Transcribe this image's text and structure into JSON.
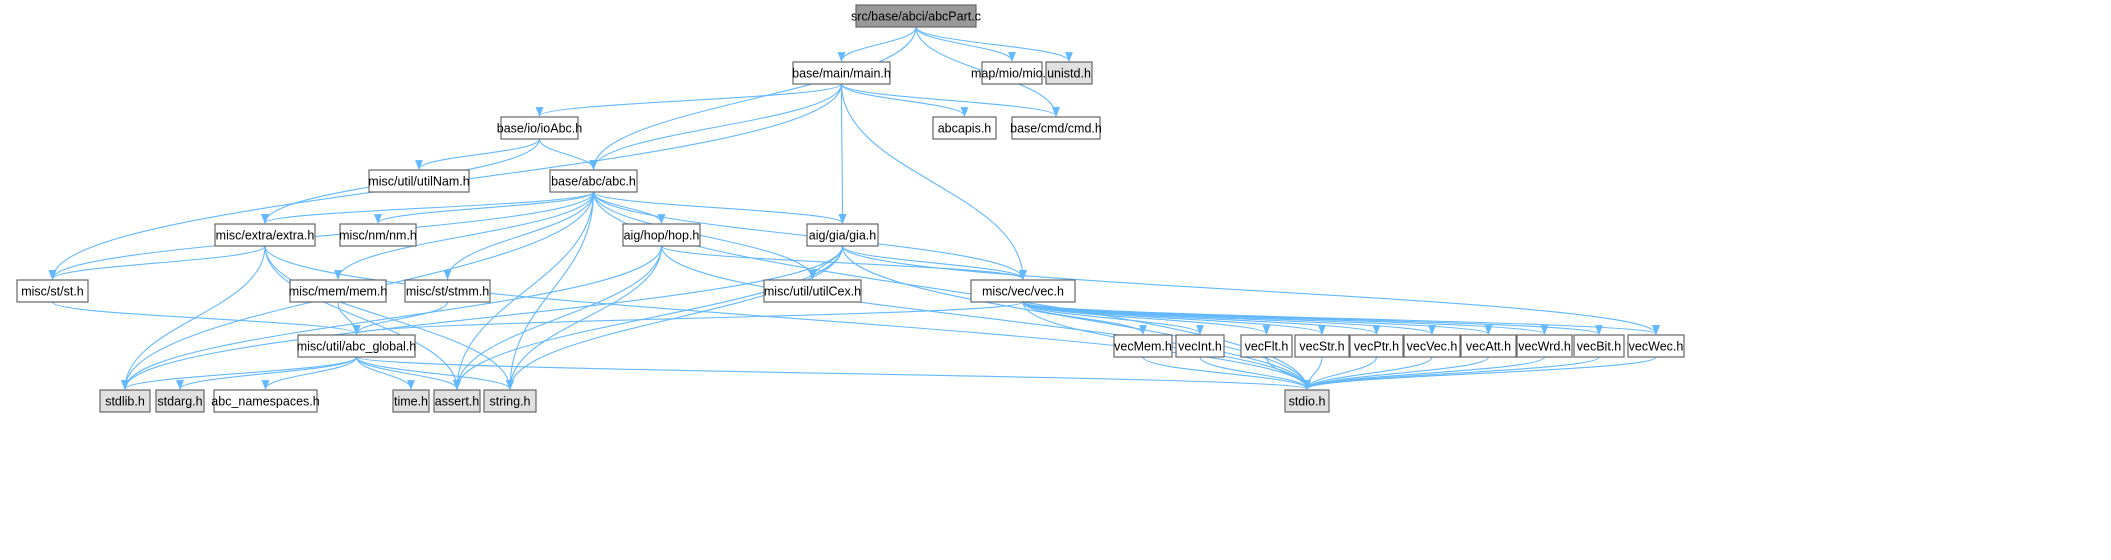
{
  "colors": {
    "root_fill": "#999999",
    "node_fill": "#ffffff",
    "system_fill": "#e0e0e0",
    "edge": "#63b8ff"
  },
  "nodes": [
    {
      "id": "abcPart",
      "label": "src/base/abci/abcPart.c",
      "kind": "root"
    },
    {
      "id": "main",
      "label": "base/main/main.h",
      "kind": "node"
    },
    {
      "id": "mio",
      "label": "map/mio/mio.h",
      "kind": "node"
    },
    {
      "id": "unistd",
      "label": "unistd.h",
      "kind": "system"
    },
    {
      "id": "ioAbc",
      "label": "base/io/ioAbc.h",
      "kind": "node"
    },
    {
      "id": "abcapis",
      "label": "abcapis.h",
      "kind": "node"
    },
    {
      "id": "cmd",
      "label": "base/cmd/cmd.h",
      "kind": "node"
    },
    {
      "id": "utilNam",
      "label": "misc/util/utilNam.h",
      "kind": "node"
    },
    {
      "id": "abc",
      "label": "base/abc/abc.h",
      "kind": "node"
    },
    {
      "id": "extra",
      "label": "misc/extra/extra.h",
      "kind": "node"
    },
    {
      "id": "nm",
      "label": "misc/nm/nm.h",
      "kind": "node"
    },
    {
      "id": "hop",
      "label": "aig/hop/hop.h",
      "kind": "node"
    },
    {
      "id": "gia",
      "label": "aig/gia/gia.h",
      "kind": "node"
    },
    {
      "id": "st",
      "label": "misc/st/st.h",
      "kind": "node"
    },
    {
      "id": "mem",
      "label": "misc/mem/mem.h",
      "kind": "node"
    },
    {
      "id": "stmm",
      "label": "misc/st/stmm.h",
      "kind": "node"
    },
    {
      "id": "utilCex",
      "label": "misc/util/utilCex.h",
      "kind": "node"
    },
    {
      "id": "vec",
      "label": "misc/vec/vec.h",
      "kind": "node"
    },
    {
      "id": "abc_global",
      "label": "misc/util/abc_global.h",
      "kind": "node"
    },
    {
      "id": "vecMem",
      "label": "vecMem.h",
      "kind": "node"
    },
    {
      "id": "vecInt",
      "label": "vecInt.h",
      "kind": "node"
    },
    {
      "id": "vecFlt",
      "label": "vecFlt.h",
      "kind": "node"
    },
    {
      "id": "vecStr",
      "label": "vecStr.h",
      "kind": "node"
    },
    {
      "id": "vecPtr",
      "label": "vecPtr.h",
      "kind": "node"
    },
    {
      "id": "vecVec",
      "label": "vecVec.h",
      "kind": "node"
    },
    {
      "id": "vecAtt",
      "label": "vecAtt.h",
      "kind": "node"
    },
    {
      "id": "vecWrd",
      "label": "vecWrd.h",
      "kind": "node"
    },
    {
      "id": "vecBit",
      "label": "vecBit.h",
      "kind": "node"
    },
    {
      "id": "vecWec",
      "label": "vecWec.h",
      "kind": "node"
    },
    {
      "id": "stdlib",
      "label": "stdlib.h",
      "kind": "system"
    },
    {
      "id": "stdarg",
      "label": "stdarg.h",
      "kind": "system"
    },
    {
      "id": "abc_namespaces",
      "label": "abc_namespaces.h",
      "kind": "node"
    },
    {
      "id": "time",
      "label": "time.h",
      "kind": "system"
    },
    {
      "id": "assert",
      "label": "assert.h",
      "kind": "system"
    },
    {
      "id": "string",
      "label": "string.h",
      "kind": "system"
    },
    {
      "id": "stdio",
      "label": "stdio.h",
      "kind": "system"
    }
  ],
  "edges": [
    [
      "abcPart",
      "main"
    ],
    [
      "abcPart",
      "abc"
    ],
    [
      "abcPart",
      "mio"
    ],
    [
      "abcPart",
      "unistd"
    ],
    [
      "abcPart",
      "cmd"
    ],
    [
      "main",
      "ioAbc"
    ],
    [
      "main",
      "st"
    ],
    [
      "main",
      "abc"
    ],
    [
      "main",
      "gia"
    ],
    [
      "main",
      "vec"
    ],
    [
      "main",
      "abcapis"
    ],
    [
      "main",
      "cmd"
    ],
    [
      "ioAbc",
      "utilNam"
    ],
    [
      "ioAbc",
      "abc"
    ],
    [
      "ioAbc",
      "extra"
    ],
    [
      "abc",
      "extra"
    ],
    [
      "abc",
      "st"
    ],
    [
      "abc",
      "nm"
    ],
    [
      "abc",
      "mem"
    ],
    [
      "abc",
      "stmm"
    ],
    [
      "abc",
      "hop"
    ],
    [
      "abc",
      "gia"
    ],
    [
      "abc",
      "utilCex"
    ],
    [
      "abc",
      "vec"
    ],
    [
      "abc",
      "stdlib"
    ],
    [
      "abc",
      "assert"
    ],
    [
      "abc",
      "string"
    ],
    [
      "abc",
      "stdio"
    ],
    [
      "extra",
      "st"
    ],
    [
      "extra",
      "stdlib"
    ],
    [
      "extra",
      "assert"
    ],
    [
      "extra",
      "string"
    ],
    [
      "extra",
      "stdio"
    ],
    [
      "hop",
      "stdlib"
    ],
    [
      "hop",
      "vec"
    ],
    [
      "hop",
      "assert"
    ],
    [
      "hop",
      "string"
    ],
    [
      "hop",
      "stdio"
    ],
    [
      "gia",
      "utilCex"
    ],
    [
      "gia",
      "vec"
    ],
    [
      "gia",
      "stdlib"
    ],
    [
      "gia",
      "assert"
    ],
    [
      "gia",
      "string"
    ],
    [
      "gia",
      "stdio"
    ],
    [
      "gia",
      "vecWec"
    ],
    [
      "st",
      "abc_global"
    ],
    [
      "mem",
      "abc_global"
    ],
    [
      "stmm",
      "abc_global"
    ],
    [
      "vec",
      "abc_global"
    ],
    [
      "vec",
      "vecMem"
    ],
    [
      "vec",
      "vecInt"
    ],
    [
      "vec",
      "vecFlt"
    ],
    [
      "vec",
      "vecStr"
    ],
    [
      "vec",
      "vecPtr"
    ],
    [
      "vec",
      "vecVec"
    ],
    [
      "vec",
      "vecAtt"
    ],
    [
      "vec",
      "vecWrd"
    ],
    [
      "vec",
      "vecBit"
    ],
    [
      "vec",
      "vecWec"
    ],
    [
      "vec",
      "stdio"
    ],
    [
      "abc_global",
      "stdlib"
    ],
    [
      "abc_global",
      "stdarg"
    ],
    [
      "abc_global",
      "abc_namespaces"
    ],
    [
      "abc_global",
      "time"
    ],
    [
      "abc_global",
      "assert"
    ],
    [
      "abc_global",
      "string"
    ],
    [
      "abc_global",
      "stdio"
    ],
    [
      "vecMem",
      "stdio"
    ],
    [
      "vecInt",
      "stdio"
    ],
    [
      "vecFlt",
      "stdio"
    ],
    [
      "vecStr",
      "stdio"
    ],
    [
      "vecPtr",
      "stdio"
    ],
    [
      "vecVec",
      "stdio"
    ],
    [
      "vecAtt",
      "stdio"
    ],
    [
      "vecWrd",
      "stdio"
    ],
    [
      "vecBit",
      "stdio"
    ],
    [
      "vecWec",
      "stdio"
    ]
  ]
}
